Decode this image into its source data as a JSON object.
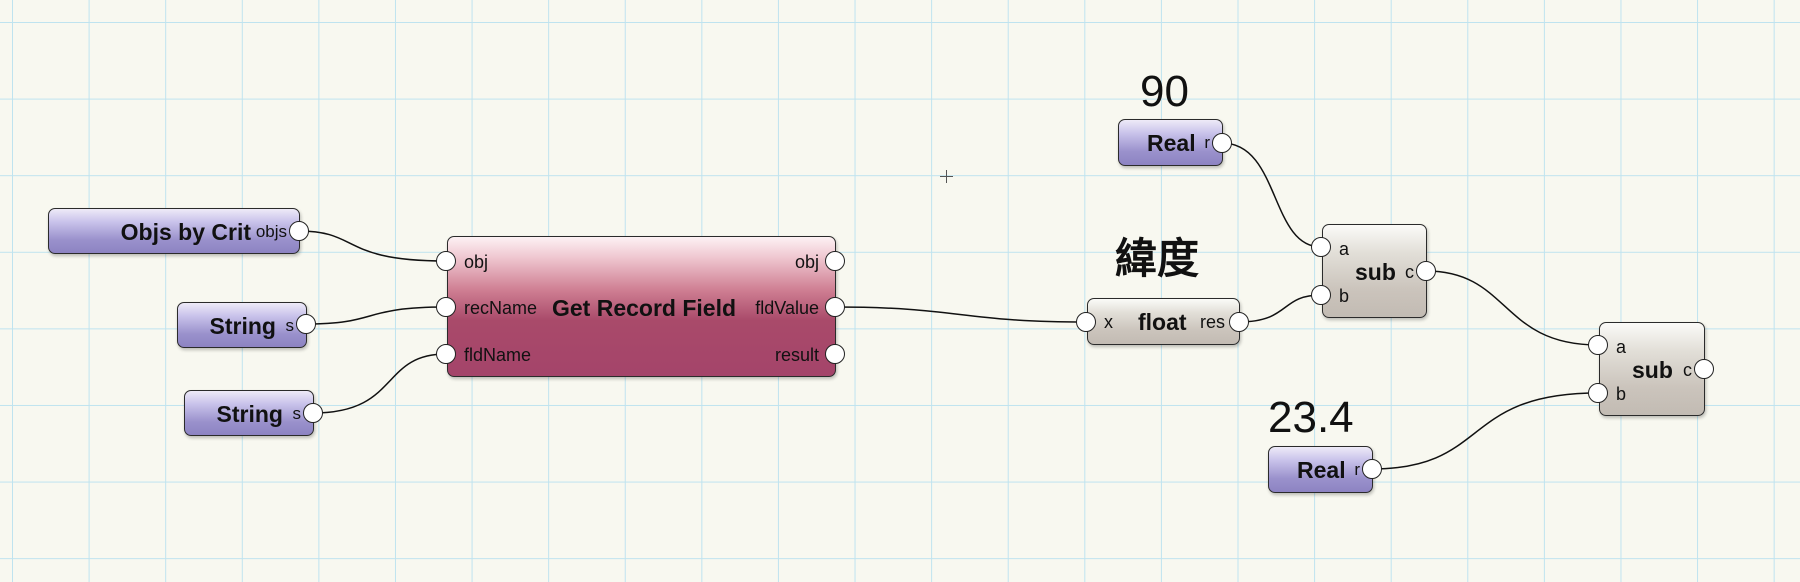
{
  "nodes": {
    "objs_by_crit": {
      "title": "Objs by Crit",
      "out_port": "objs"
    },
    "string_rec": {
      "title": "String",
      "out_port": "s"
    },
    "string_fld": {
      "title": "String",
      "out_port": "s"
    },
    "get_record_field": {
      "title": "Get Record Field",
      "inputs": [
        "obj",
        "recName",
        "fldName"
      ],
      "outputs": [
        "obj",
        "fldValue",
        "result"
      ]
    },
    "float_node": {
      "title": "float",
      "in_port": "x",
      "out_port": "res",
      "caption": "緯度"
    },
    "real_top": {
      "title": "Real",
      "out_port": "r",
      "value": "90"
    },
    "real_bottom": {
      "title": "Real",
      "out_port": "r",
      "value": "23.4"
    },
    "sub_1": {
      "title": "sub",
      "in_a": "a",
      "in_b": "b",
      "out_port": "c"
    },
    "sub_2": {
      "title": "sub",
      "in_a": "a",
      "in_b": "b",
      "out_port": "c"
    }
  },
  "colors": {
    "input_node": "#9a91cc",
    "function_node": "#a4446a",
    "operator_node": "#cbc4bc",
    "grid": "#bfe3ef",
    "canvas": "#f8f8f0"
  }
}
